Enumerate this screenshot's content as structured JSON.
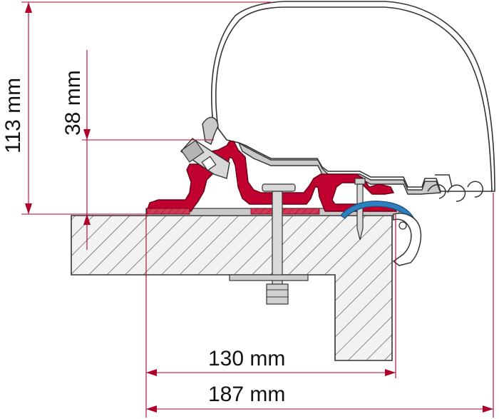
{
  "dimensions": {
    "total_height": "113 mm",
    "mount_height": "38 mm",
    "inner_width": "130 mm",
    "total_width": "187 mm"
  },
  "colors": {
    "dimension_line": "#b0002a",
    "bracket": "#c0002e",
    "outline": "#333333",
    "rail_fill": "#c9c9c9",
    "wall_fill": "#f2f2f2",
    "hatch": "#444444",
    "seal": "#2e7fbf"
  }
}
